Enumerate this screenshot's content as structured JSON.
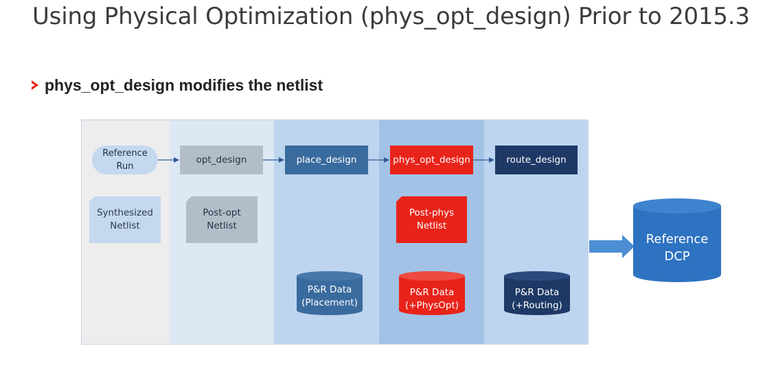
{
  "slide": {
    "title": "Using Physical Optimization (phys_opt_design) Prior to 2015.3",
    "bullet": "phys_opt_design modifies the netlist"
  },
  "flow": {
    "reference_run": "Reference\nRun",
    "opt_design": "opt_design",
    "place_design": "place_design",
    "phys_opt_design": "phys_opt_design",
    "route_design": "route_design"
  },
  "netlists": {
    "synthesized": "Synthesized\nNetlist",
    "post_opt": "Post-opt\nNetlist",
    "post_phys": "Post-phys\nNetlist"
  },
  "databases": {
    "placement": "P&R Data\n(Placement)",
    "physopt": "P&R Data\n(+PhysOpt)",
    "routing": "P&R Data\n(+Routing)"
  },
  "output": {
    "reference_dcp": "Reference\nDCP"
  },
  "colors": {
    "accent_red": "#e8231a",
    "stage_blue": "#3a6b9e",
    "route_navy": "#1f3966",
    "dcp_blue": "#2e73c2"
  }
}
